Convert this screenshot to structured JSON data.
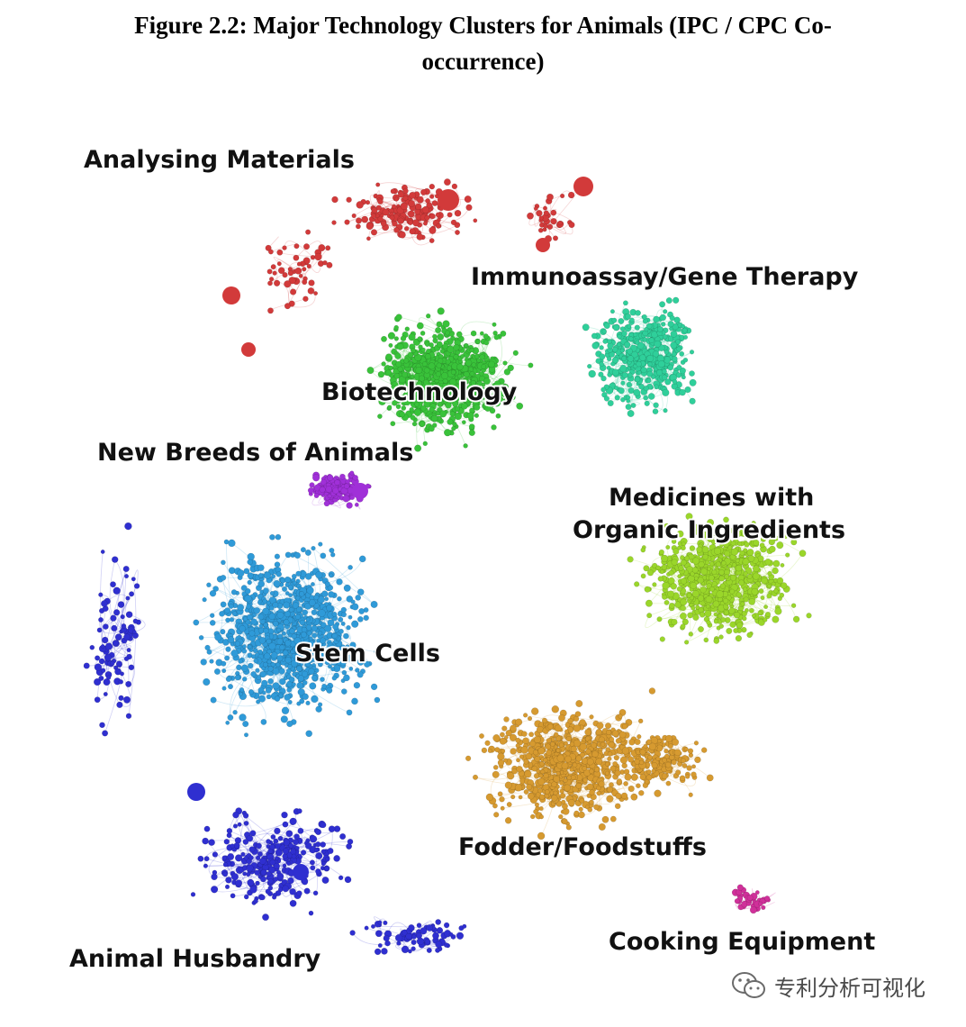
{
  "figure": {
    "title_line1": "Figure 2.2: Major Technology Clusters for Animals (IPC / CPC Co-",
    "title_line2": "occurrence)"
  },
  "clusters": [
    {
      "label": "Analysing Materials",
      "color": "#d23a3a"
    },
    {
      "label": "Immunoassay/Gene Therapy",
      "color": "#2fcf9a"
    },
    {
      "label": "Biotechnology",
      "color": "#39c23a"
    },
    {
      "label": "New Breeds of Animals",
      "color": "#a030d8"
    },
    {
      "label_line1": "Medicines with",
      "label_line2": "Organic Ingredients",
      "color": "#9ad62a"
    },
    {
      "label": "Stem Cells",
      "color": "#2f9ad8"
    },
    {
      "label": "Fodder/Foodstuffs",
      "color": "#d69a30"
    },
    {
      "label": "Cooking Equipment",
      "color": "#d0309a"
    },
    {
      "label": "Animal Husbandry",
      "color": "#2f2fd0"
    }
  ],
  "watermark": {
    "text": "专利分析可视化",
    "icon": "wechat-icon"
  }
}
